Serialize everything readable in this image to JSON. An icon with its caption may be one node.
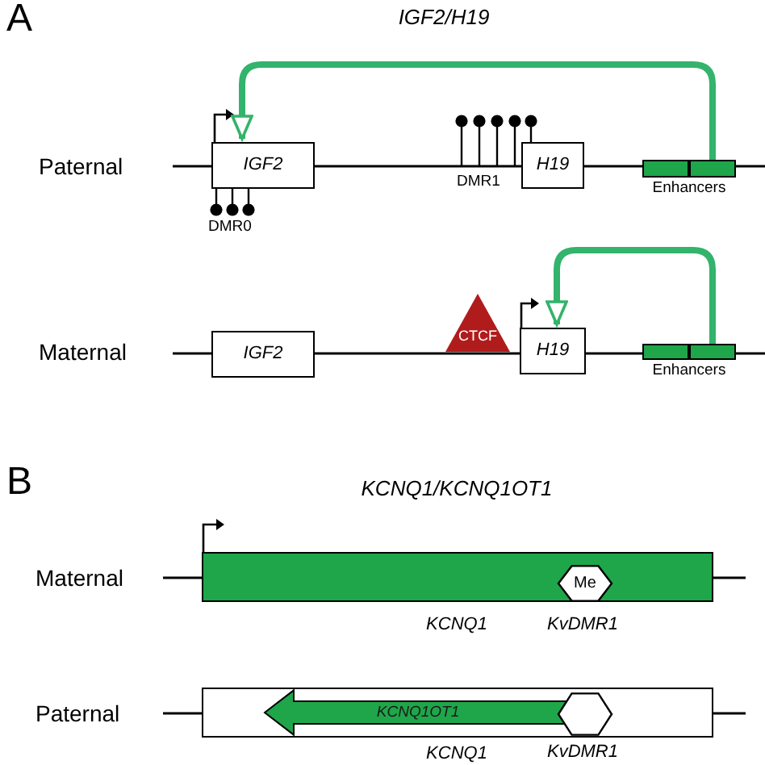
{
  "diagram": {
    "nodes": [
      {
        "text": [
          "IGF2"
        ]
      },
      {
        "text": [
          "H19"
        ]
      },
      {
        "text": [],
        "shape": "box",
        "beside": [
          "Enhancers"
        ]
      },
      {
        "text": [
          "IGF2"
        ]
      },
      {
        "text": [
          "CTCF"
        ]
      },
      {
        "text": [
          "H19"
        ]
      },
      {
        "text": [],
        "shape": "box",
        "beside": [
          "Enhancers"
        ]
      },
      {
        "text": [],
        "shape": "box",
        "beside": [
          "KCNQ1"
        ]
      },
      {
        "text": [
          "Me"
        ],
        "in": 7,
        "beside": [
          "KvDMR1"
        ]
      },
      {
        "text": [],
        "shape": "box",
        "beside": [
          "KCNQ1"
        ]
      },
      {
        "text": [
          "KCNQ1OT1"
        ],
        "in": 9
      },
      {
        "text": [],
        "shape": "hexagon",
        "in": 9,
        "beside": [
          "KvDMR1"
        ]
      }
    ],
    "edges": [
      {
        "from": 2,
        "to": 0,
        "arrow": "to",
        "color": "#33b36b"
      },
      {
        "from": 6,
        "to": 5,
        "arrow": "to",
        "color": "#33b36b"
      }
    ],
    "labels": [
      "A",
      "IGF2/H19",
      "Paternal",
      "DMR1",
      "DMR0",
      "Maternal",
      "B",
      "KCNQ1/KCNQ1OT1",
      "Maternal",
      "Paternal"
    ]
  }
}
